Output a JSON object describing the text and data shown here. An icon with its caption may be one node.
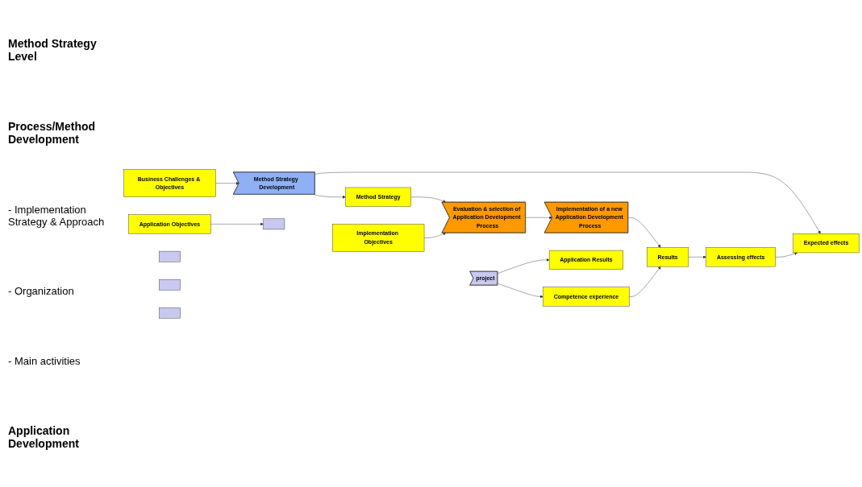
{
  "diagram": {
    "nodes": [
      {
        "text": [
          "Business Challenges & Objectives"
        ]
      },
      {
        "text": [
          "Method Strategy Development"
        ]
      },
      {
        "text": [
          "Expected effects"
        ]
      },
      {
        "text": [
          "Method Strategy"
        ]
      },
      {
        "text": [
          "Assessing effects"
        ]
      },
      {
        "text": [
          "Implementation Objectives"
        ]
      },
      {
        "text": [
          "Evaluation & selection of Application Development Process"
        ]
      },
      {
        "text": [
          "Implementation of a new Application Development Process"
        ]
      },
      {
        "text": [
          "Results"
        ]
      },
      {
        "text": [
          "Application Objectives"
        ]
      },
      {
        "text": [],
        "shape": "box"
      },
      {
        "text": [],
        "shape": "box"
      },
      {
        "text": [],
        "shape": "box"
      },
      {
        "text": [],
        "shape": "box"
      },
      {
        "text": [
          "project"
        ]
      },
      {
        "text": [
          "Competence experience"
        ]
      },
      {
        "text": [
          "Application Results"
        ]
      }
    ],
    "edges": [
      {
        "from": 0,
        "to": 1,
        "arrow": "to"
      },
      {
        "from": 1,
        "to": 2,
        "arrow": "to"
      },
      {
        "from": 1,
        "to": 3,
        "arrow": "to"
      },
      {
        "from": 3,
        "to": 6,
        "arrow": "to"
      },
      {
        "from": 5,
        "to": 6,
        "arrow": "to"
      },
      {
        "from": 6,
        "to": 7,
        "arrow": "to"
      },
      {
        "from": 7,
        "to": 8,
        "arrow": "to"
      },
      {
        "from": 8,
        "to": 4,
        "arrow": "to"
      },
      {
        "from": 4,
        "to": 2,
        "arrow": "to"
      },
      {
        "from": 9,
        "to": 10,
        "arrow": "to"
      },
      {
        "from": 14,
        "to": 15,
        "arrow": "to"
      },
      {
        "from": 14,
        "to": 16,
        "arrow": "to"
      },
      {
        "from": 15,
        "to": 8,
        "arrow": "to"
      }
    ],
    "labels": [
      "Method Strategy Level",
      "Process/Method Development",
      "- Implementation Strategy & Approach",
      "- Organization",
      "- Main activities",
      "Application Development"
    ]
  }
}
